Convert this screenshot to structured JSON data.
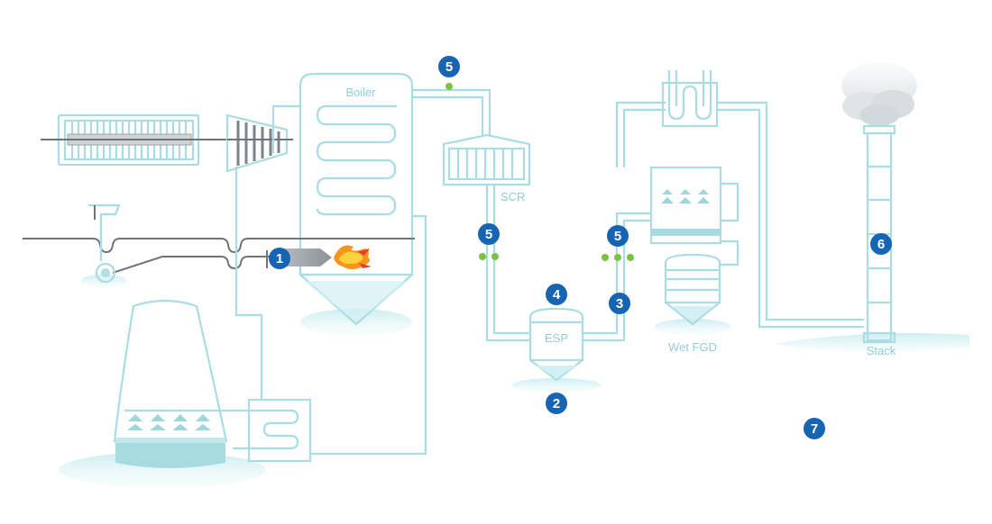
{
  "labels": {
    "boiler": "Boiler",
    "scr": "SCR",
    "esp": "ESP",
    "wet_fgd": "Wet FGD",
    "stack": "Stack"
  },
  "badges": {
    "b1": "1",
    "b2": "2",
    "b3": "3",
    "b4": "4",
    "b5_top": "5",
    "b5_scr": "5",
    "b5_fgd": "5",
    "b6": "6",
    "b7": "7"
  },
  "colors": {
    "pipe": "#a9dde3",
    "water": "#d9f1f4",
    "badge": "#1764b3",
    "sensor_dot": "#7cc242",
    "rail": "#6f7478",
    "flame": "#f7941d"
  }
}
